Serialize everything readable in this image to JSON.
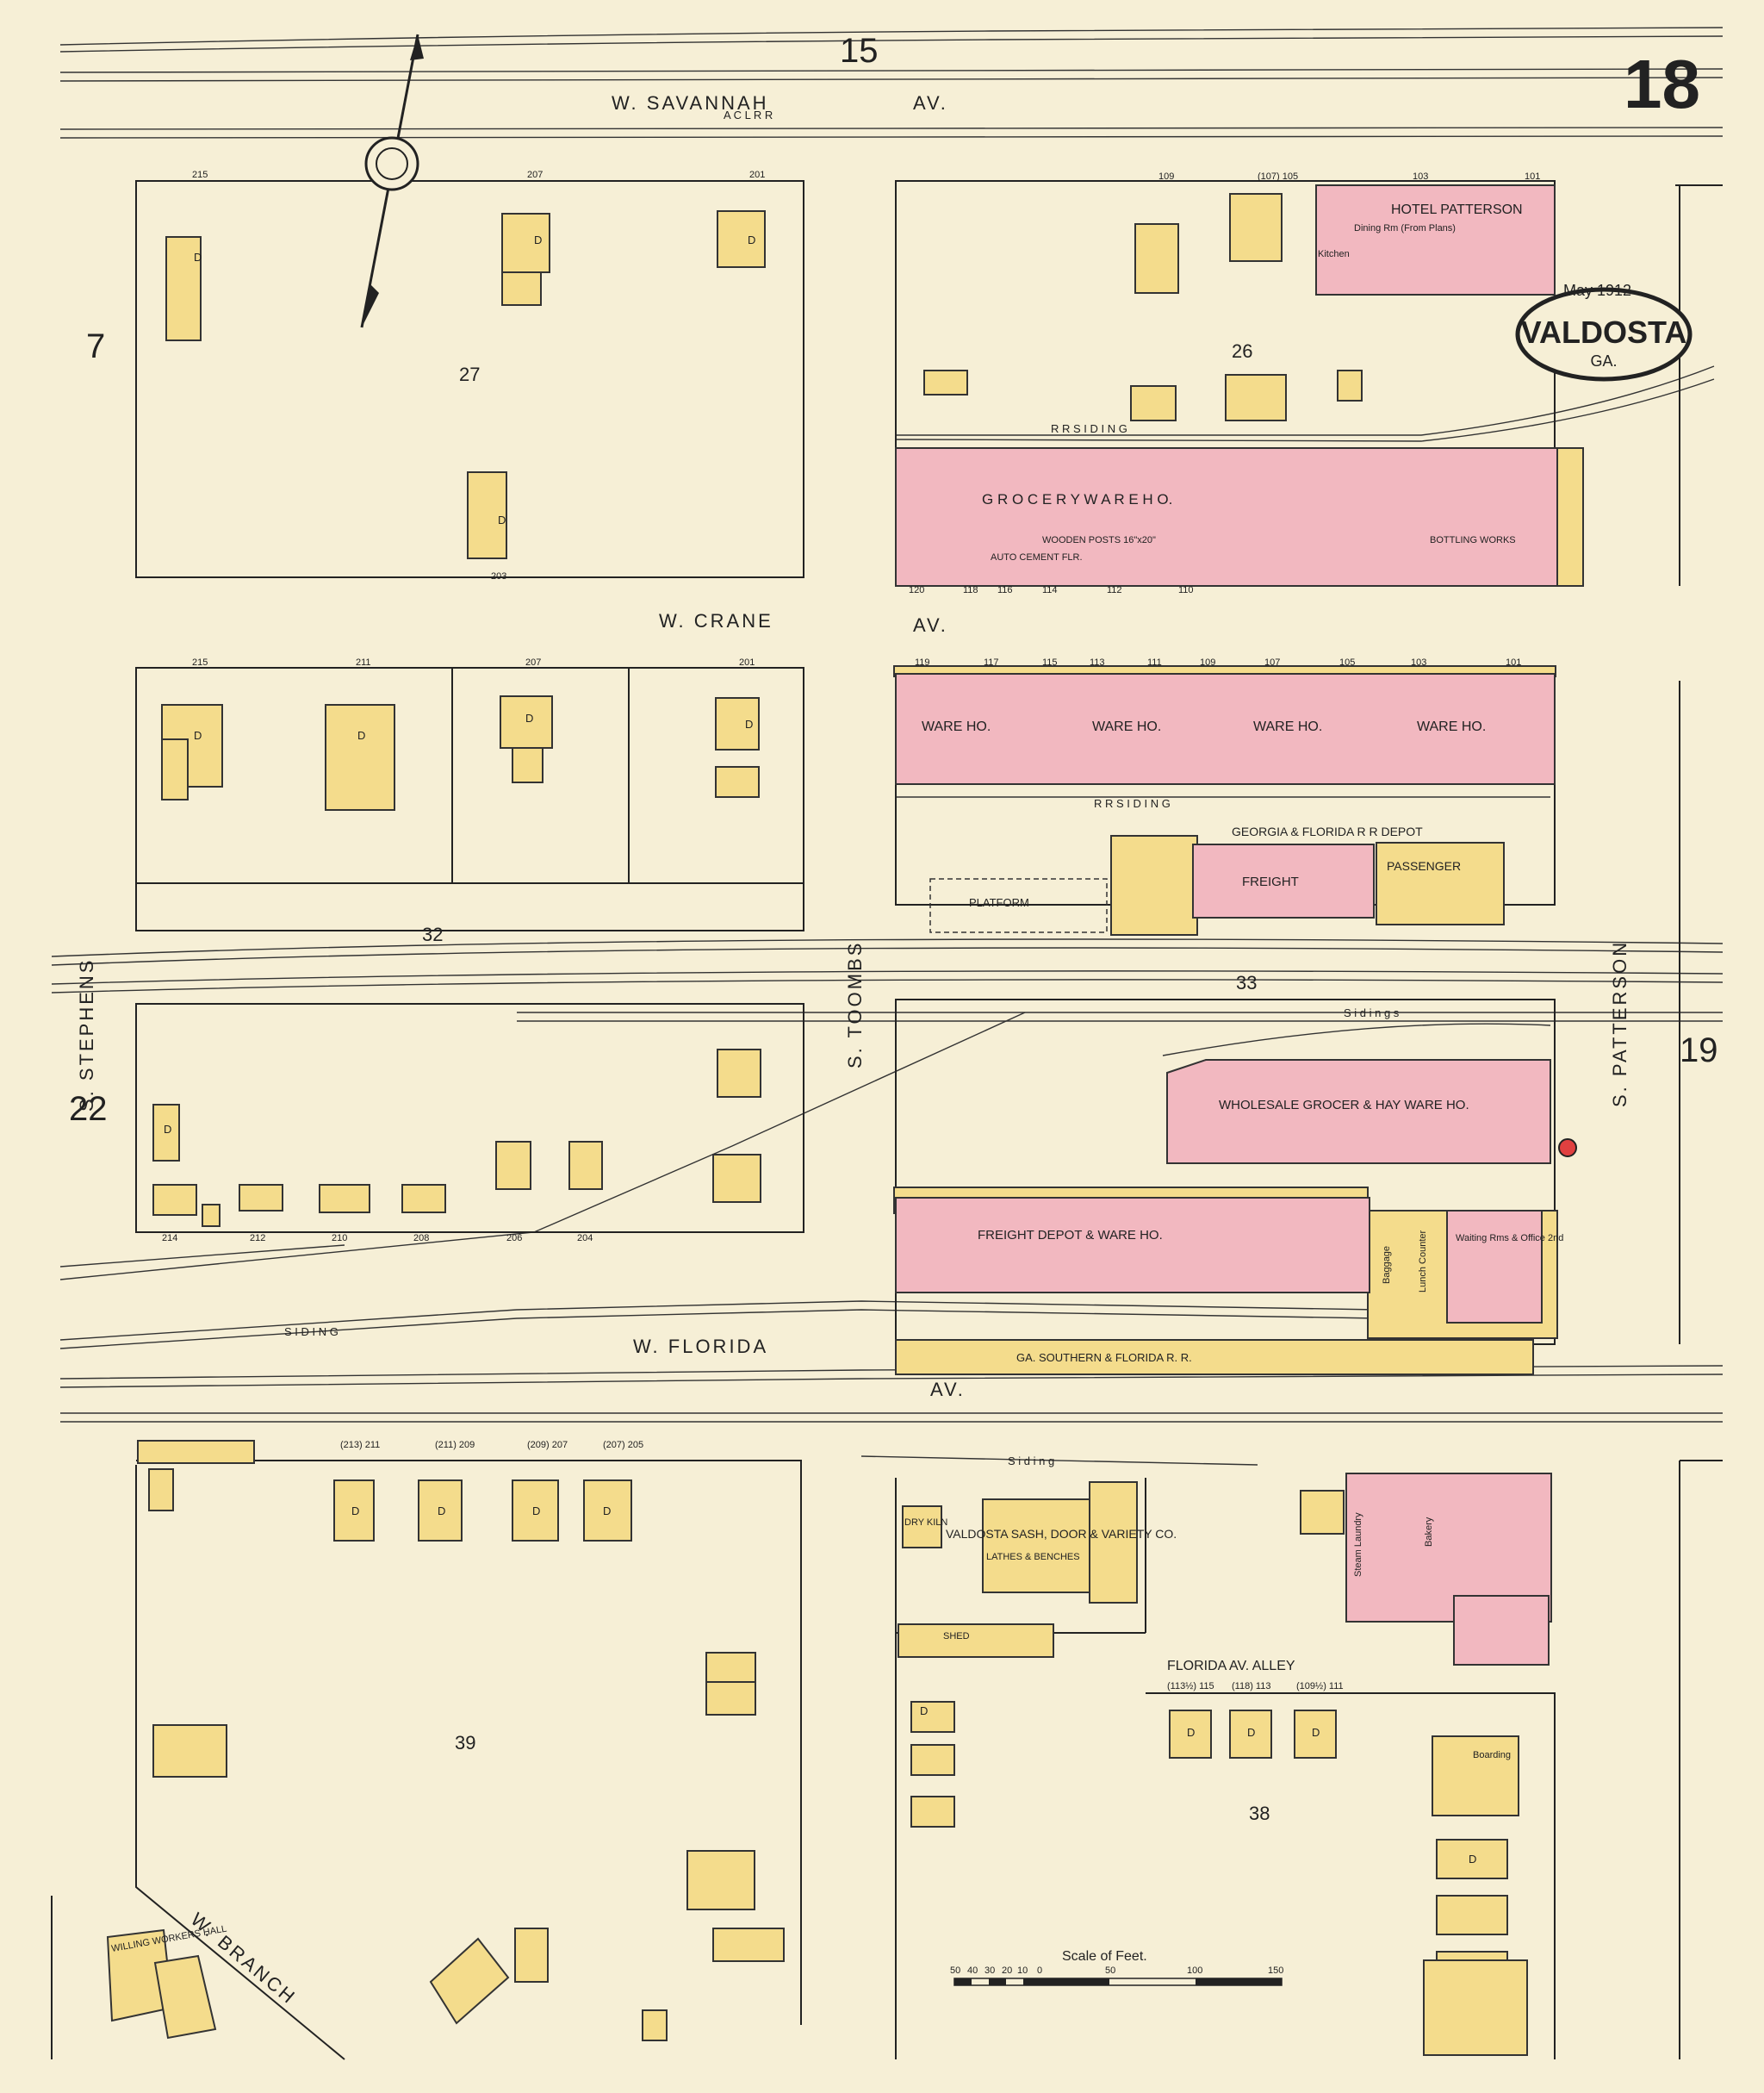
{
  "sheet": {
    "number": "18",
    "city": "VALDOSTA",
    "state": "GA.",
    "date": "May 1912",
    "adjacent": {
      "top": "15",
      "left_upper": "7",
      "left_lower": "22",
      "right": "19"
    },
    "scale_title": "Scale of Feet.",
    "scale_ticks": [
      "50",
      "40",
      "30",
      "20",
      "10",
      "0",
      "50",
      "100",
      "150"
    ]
  },
  "streets": {
    "savannah": "W. SAVANNAH",
    "savannah_av": "AV.",
    "crane": "W. CRANE",
    "crane_av": "AV.",
    "florida": "W. FLORIDA",
    "florida_av": "AV.",
    "branch": "W. BRANCH",
    "stephens": "S. STEPHENS",
    "toombs": "S. TOOMBS",
    "patterson": "S. PATTERSON",
    "alley": "FLORIDA AV. ALLEY"
  },
  "blocks": {
    "b27": "27",
    "b26": "26",
    "b32": "32",
    "b33": "33",
    "b39": "39",
    "b38": "38"
  },
  "railroad": {
    "acl": "A  C  L  R  R",
    "siding1": "R  R  S I D I N G",
    "siding2": "R  R  S I D I N G",
    "sidings": "S i d i n g s",
    "siding3": "S I D I N G",
    "siding4": "S  i  d  i  n  g",
    "gsf": "GA. SOUTHERN & FLORIDA R. R."
  },
  "buildings": {
    "hotel": "HOTEL PATTERSON",
    "dining": "Dining Rm (From Plans)",
    "kitchen": "Kitchen",
    "grocery": "G R O C E R Y   W A R E   H O.",
    "wooden": "WOODEN  POSTS  16\"x20\"",
    "auto": "AUTO CEMENT FLR.",
    "bottling": "BOTTLING WORKS",
    "warehouse": "WARE HO.",
    "gf_depot": "GEORGIA & FLORIDA R R DEPOT",
    "freight": "FREIGHT",
    "passenger": "PASSENGER",
    "platform": "PLATFORM",
    "wholesale": "WHOLESALE GROCER & HAY WARE HO.",
    "freight_depot": "FREIGHT DEPOT & WARE HO.",
    "baggage": "Baggage",
    "lunch": "Lunch Counter",
    "waiting": "Waiting Rms & Office 2nd",
    "valdosta_sash": "VALDOSTA SASH, DOOR & VARIETY CO.",
    "lathes": "LATHES & BENCHES",
    "dry_kiln": "DRY KILN",
    "shed": "SHED",
    "boarding": "Boarding",
    "steam_laundry": "Steam Laundry",
    "bakery": "Bakery",
    "willing": "WILLING WORKERS HALL",
    "dwelling": "D"
  },
  "addresses": {
    "a215": "215",
    "a207": "207",
    "a201": "201",
    "a203": "203",
    "a109": "109",
    "a105": "(107) 105",
    "a103": "103",
    "a101": "101",
    "a120": "120",
    "a118": "118",
    "a116": "116",
    "a114": "114",
    "a112": "112",
    "a110": "110",
    "c215": "215",
    "c211": "211",
    "c207": "207",
    "c201": "201",
    "w119": "119",
    "w117": "117",
    "w115": "115",
    "w113": "113",
    "w111": "111",
    "w109": "109",
    "w107": "107",
    "w105": "105",
    "w103": "103",
    "w101": "101",
    "r214": "214",
    "r212": "212",
    "r210": "210",
    "r208": "208",
    "r206": "206",
    "r204": "204",
    "f213": "(213) 211",
    "f211": "(211) 209",
    "f209": "(209) 207",
    "f207": "(207) 205",
    "al115": "(113½) 115",
    "al113": "(118) 113",
    "al111": "(109½) 111"
  },
  "colors": {
    "paper": "#f6efd6",
    "dwelling": "#f4dc8c",
    "brick": "#f2b8c0",
    "ink": "#222222"
  }
}
